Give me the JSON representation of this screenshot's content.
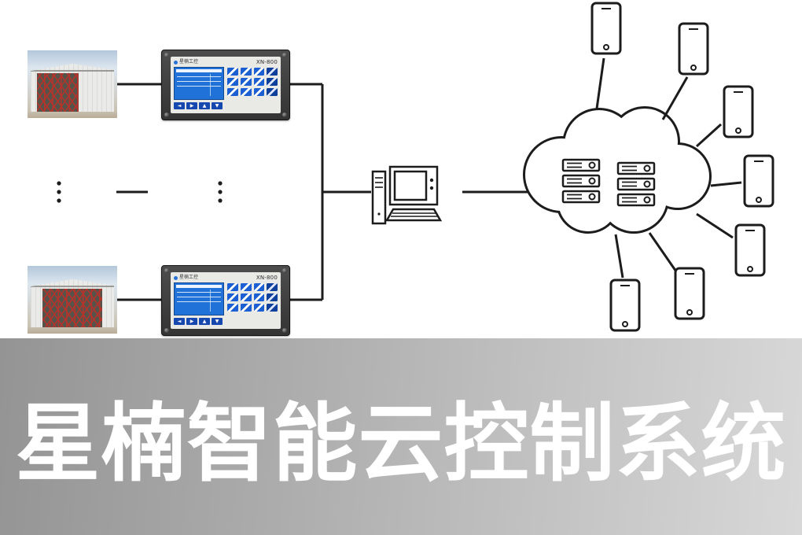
{
  "banner": {
    "title": "星楠智能云控制系统"
  },
  "diagram": {
    "controllers": [
      {
        "brand": "星楠工控",
        "model": "XN-800"
      },
      {
        "brand": "星楠工控",
        "model": "XN-800"
      }
    ],
    "nav_keys": [
      "◄",
      "▶",
      "▲",
      "▼"
    ],
    "phones_count": 7,
    "servers_count": 6
  },
  "colors": {
    "line": "#1c1c1c",
    "screen": "#2071d8",
    "key": "#1b5fd2",
    "key_dark": "#0e3f9a",
    "nav_key": "#1748b0",
    "banner_from": "#949494",
    "banner_to": "#d8d8d8",
    "truss_red": "#c03028",
    "sky": "#b3c7da"
  }
}
